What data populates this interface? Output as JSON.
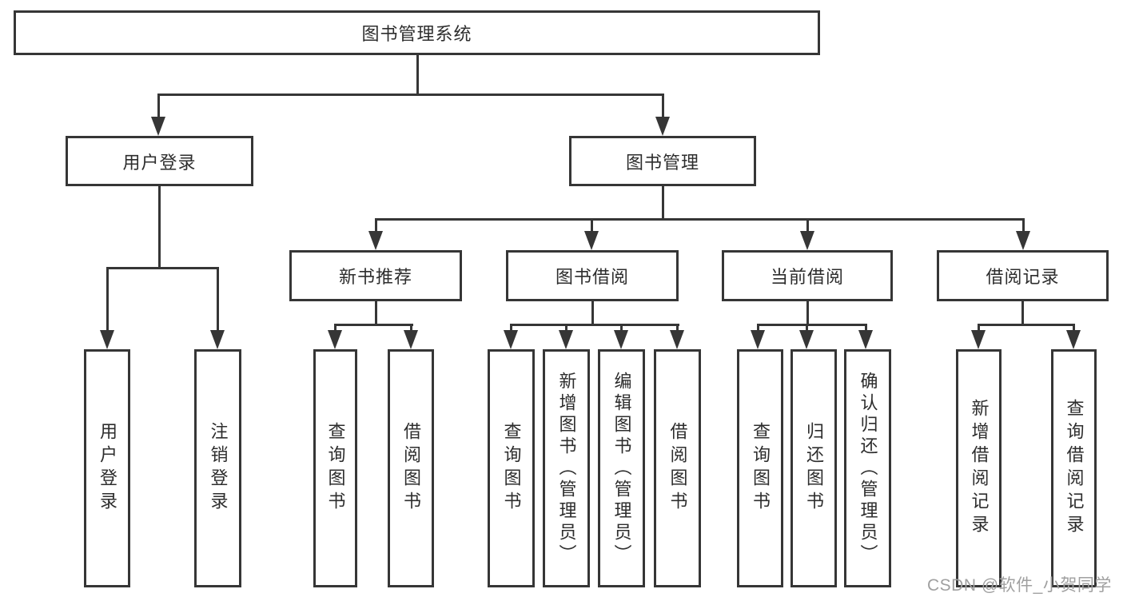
{
  "diagram": {
    "root": {
      "label": "图书管理系统"
    },
    "level2": [
      {
        "label": "用户登录"
      },
      {
        "label": "图书管理"
      }
    ],
    "level3": [
      {
        "label": "新书推荐"
      },
      {
        "label": "图书借阅"
      },
      {
        "label": "当前借阅"
      },
      {
        "label": "借阅记录"
      }
    ],
    "leaves": [
      {
        "label": "用户登录"
      },
      {
        "label": "注销登录"
      },
      {
        "label": "查询图书"
      },
      {
        "label": "借阅图书"
      },
      {
        "label": "查询图书"
      },
      {
        "label": "新增图书（管理员）"
      },
      {
        "label": "编辑图书（管理员）"
      },
      {
        "label": "借阅图书"
      },
      {
        "label": "查询图书"
      },
      {
        "label": "归还图书"
      },
      {
        "label": "确认归还（管理员）"
      },
      {
        "label": "新增借阅记录"
      },
      {
        "label": "查询借阅记录"
      }
    ]
  },
  "watermark": "CSDN @软件_小贺同学",
  "colors": {
    "line": "#363636",
    "text": "#2d2d2d",
    "watermark": "#a0a0a0",
    "background": "#ffffff"
  }
}
